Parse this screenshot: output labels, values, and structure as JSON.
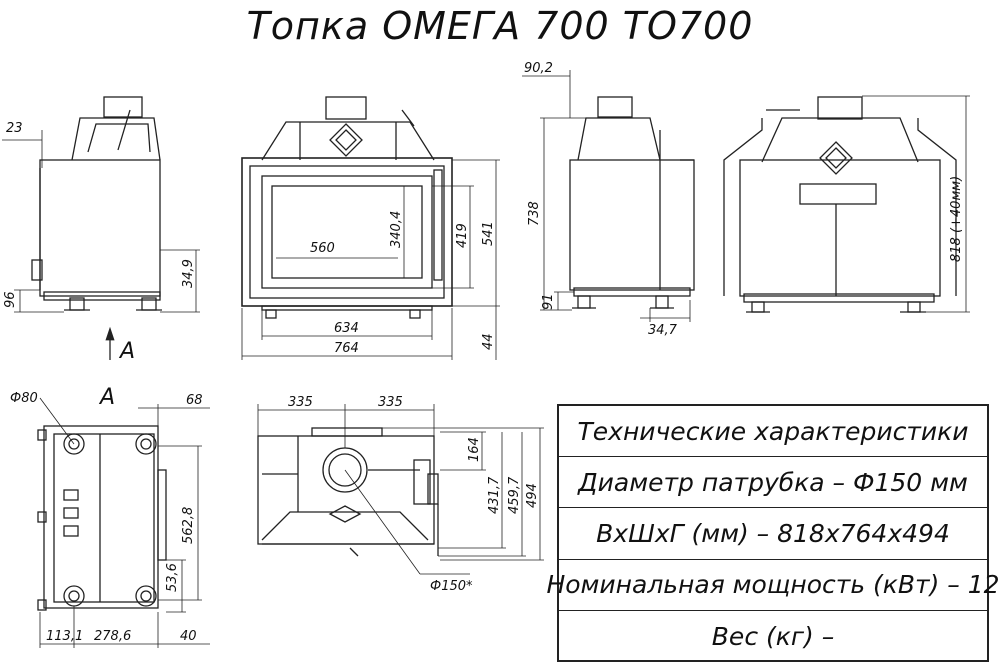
{
  "title": "Топка ОМЕГА 700 ТО700",
  "specs": {
    "header": "Технические характеристики",
    "rows": [
      "Диаметр патрубка – Ф150 мм",
      "ВхШхГ (мм) – 818х764х494",
      "Номинальная мощность (кВт) – 12",
      "Вес (кг) –"
    ]
  },
  "dimensions": {
    "d23": "23",
    "d96": "96",
    "d349": "34,9",
    "d902": "90,2",
    "d738": "738",
    "d91": "91",
    "d347": "34,7",
    "d818": "818 (+40мм)",
    "d560": "560",
    "d3404": "340,4",
    "d419": "419",
    "d541": "541",
    "d44": "44",
    "d634": "634",
    "d764": "764",
    "d80": "Ф80",
    "d68": "68",
    "d5628": "562,8",
    "d536": "53,6",
    "d1131": "113,1",
    "d2786": "278,6",
    "d40": "40",
    "d335a": "335",
    "d335b": "335",
    "d164": "164",
    "d4317": "431,7",
    "d4597": "459,7",
    "d494": "494",
    "d150": "Ф150*"
  },
  "view_labels": {
    "arrow_a": "A",
    "view_a": "A"
  }
}
